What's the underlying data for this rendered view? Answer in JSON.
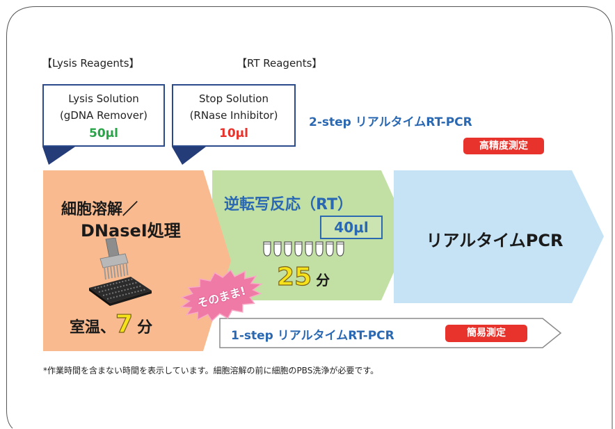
{
  "headers": {
    "lysis": "【Lysis Reagents】",
    "rt": "【RT Reagents】"
  },
  "lysis_box": {
    "line1": "Lysis Solution",
    "line2": "(gDNA Remover)",
    "volume": "50μl"
  },
  "stop_box": {
    "line1": "Stop Solution",
    "line2": "(RNase Inhibitor)",
    "volume": "10μl"
  },
  "two_step": {
    "label": "2-step リアルタイムRT-PCR",
    "badge": "高精度測定"
  },
  "step_lysis": {
    "line1": "細胞溶解／",
    "line2": "DNaseⅠ処理",
    "time_prefix": "室温、",
    "time_value": "7",
    "time_unit": "分"
  },
  "step_rt": {
    "title": "逆転写反応（RT）",
    "volume": "40μl",
    "time_value": "25",
    "time_unit": "分"
  },
  "step_pcr": {
    "title": "リアルタイムPCR"
  },
  "burst": {
    "text": "そのまま!"
  },
  "one_step": {
    "label": "1-step リアルタイムRT-PCR",
    "badge": "簡易測定"
  },
  "footnote": "*作業時間を含まない時間を表示しています。細胞溶解の前に細胞のPBS洗浄が必要です。",
  "colors": {
    "lysis_arrow": "#f8ba8e",
    "rt_arrow": "#c2e0a4",
    "pcr_arrow": "#c6e3f5",
    "callout_border": "#2b4a8b",
    "callout_pointer": "#243c78",
    "accent_blue": "#2a68b2",
    "badge_red": "#e8332c",
    "volume_green": "#2aa448",
    "volume_red": "#e8332c",
    "number_yellow": "#f6e21a",
    "burst_pink": "#f07aa6"
  },
  "icons": {
    "pipette": "multichannel-pipette-plate-icon",
    "tube": "pcr-tube-icon",
    "burst": "starburst-icon"
  }
}
